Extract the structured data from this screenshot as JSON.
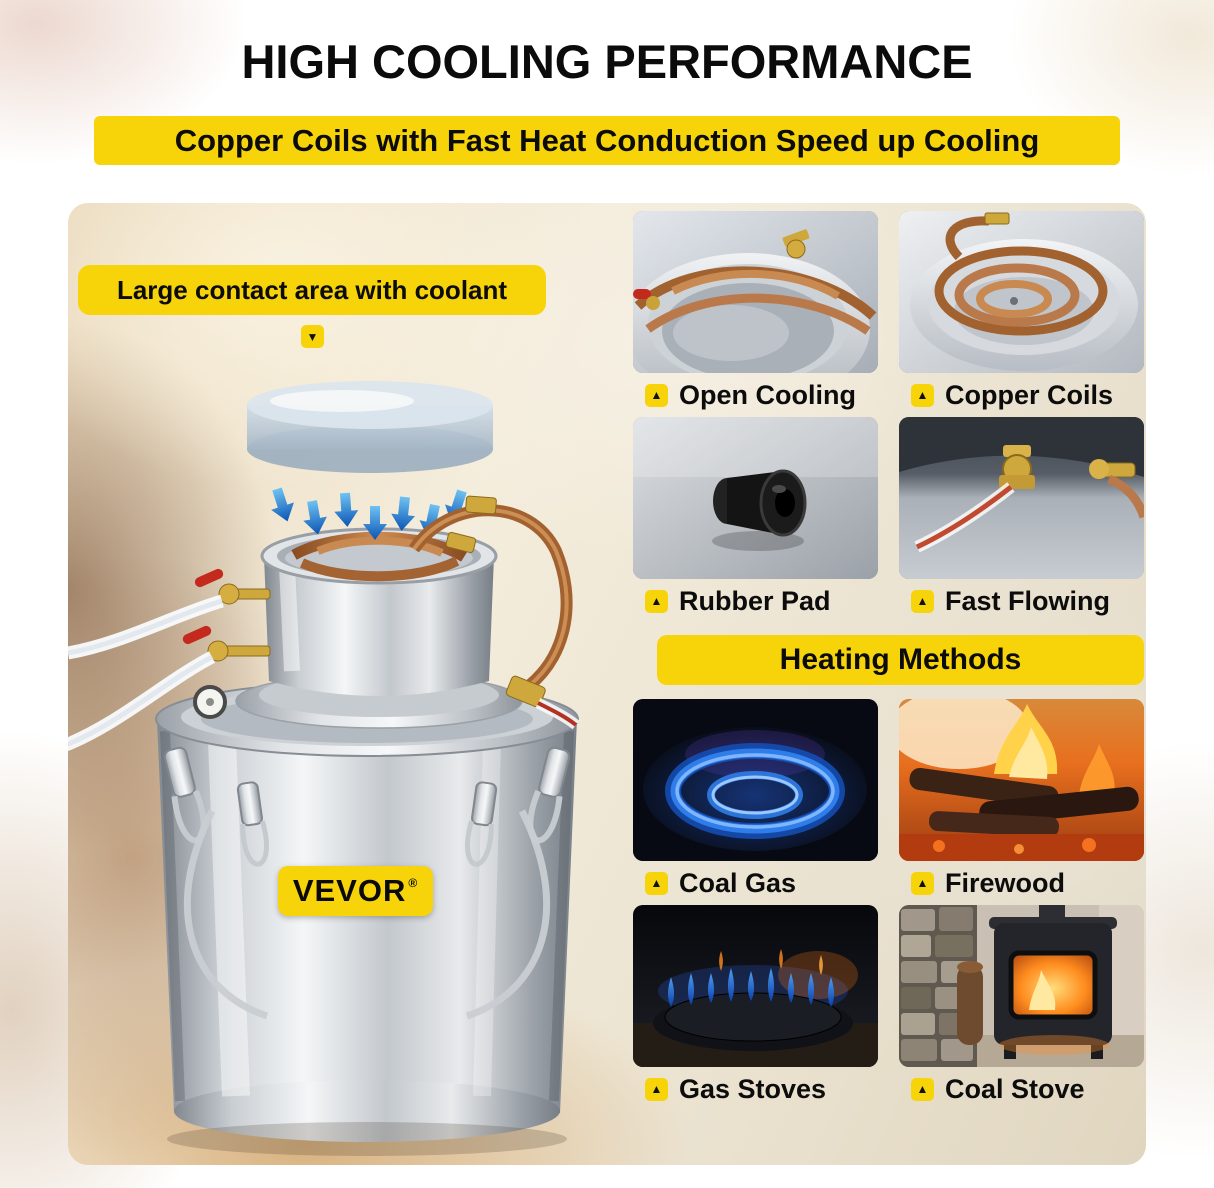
{
  "header": {
    "title": "HIGH COOLING PERFORMANCE",
    "subtitle": "Copper Coils with Fast Heat Conduction Speed up Cooling"
  },
  "product": {
    "callout": "Large contact area with coolant",
    "callout_arrow": "▼",
    "brand": "VEVOR",
    "brand_mark": "®"
  },
  "features": [
    {
      "label": "Open Cooling",
      "icon": "▲"
    },
    {
      "label": "Copper Coils",
      "icon": "▲"
    },
    {
      "label": "Rubber Pad",
      "icon": "▲"
    },
    {
      "label": "Fast Flowing",
      "icon": "▲"
    }
  ],
  "heating": {
    "header": "Heating Methods",
    "items": [
      {
        "label": "Coal Gas",
        "icon": "▲"
      },
      {
        "label": "Firewood",
        "icon": "▲"
      },
      {
        "label": "Gas Stoves",
        "icon": "▲"
      },
      {
        "label": "Coal Stove",
        "icon": "▲"
      }
    ]
  },
  "colors": {
    "accent_yellow": "#F7D40A",
    "title_black": "#0B0B0B"
  }
}
